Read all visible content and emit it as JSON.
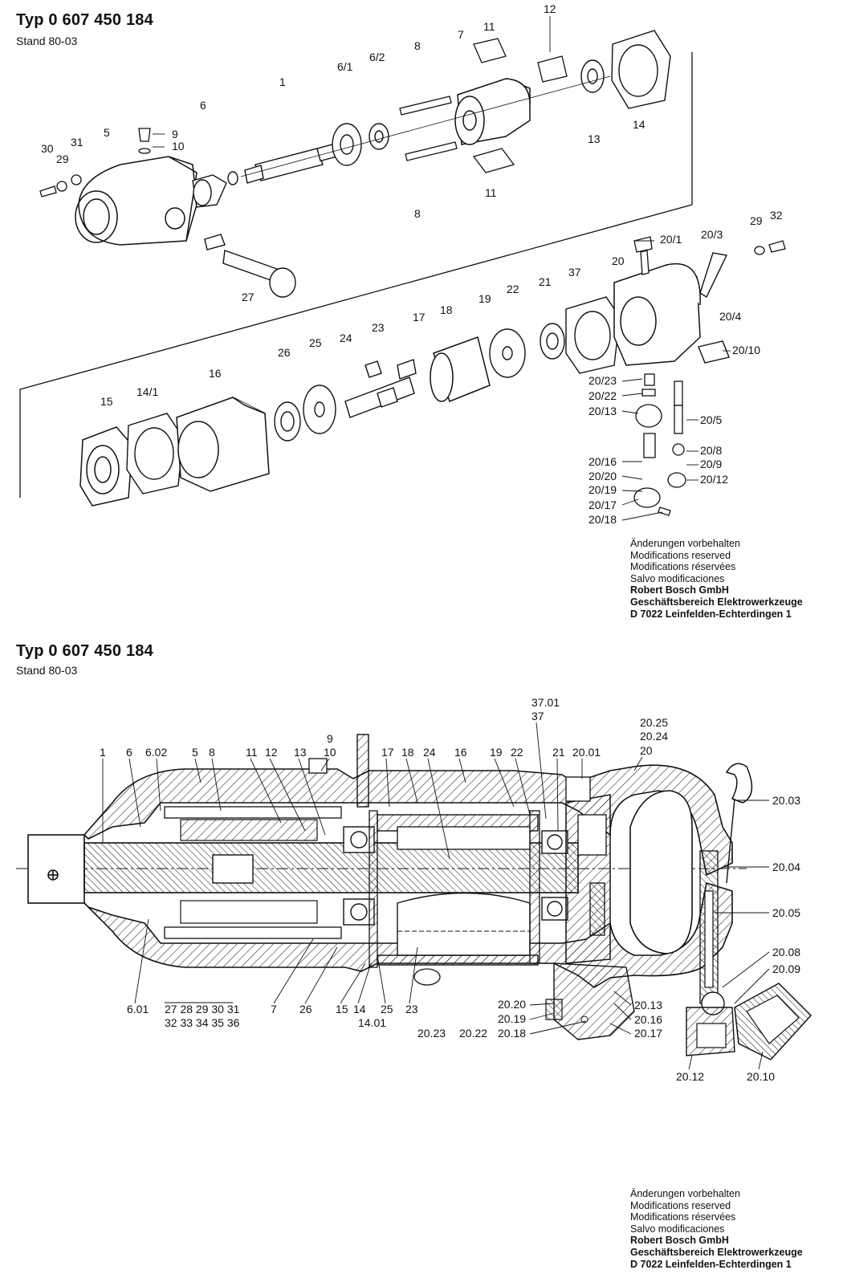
{
  "sheet1": {
    "title": "Typ 0 607 450 184",
    "stand": "Stand 80-03",
    "labels": [
      "12",
      "11",
      "7",
      "8",
      "6/1",
      "6/2",
      "1",
      "6",
      "5",
      "9",
      "10",
      "31",
      "30",
      "29",
      "13",
      "14",
      "11",
      "8",
      "27",
      "29",
      "32",
      "20/1",
      "20/3",
      "20",
      "20/4",
      "37",
      "21",
      "22",
      "19",
      "18",
      "17",
      "23",
      "24",
      "25",
      "26",
      "16",
      "14/1",
      "15",
      "20/10",
      "20/23",
      "20/22",
      "20/13",
      "20/5",
      "20/8",
      "20/16",
      "20/9",
      "20/20",
      "20/12",
      "20/19",
      "20/17",
      "20/18"
    ]
  },
  "notice1": {
    "line1": "Änderungen vorbehalten",
    "line2": "Modifications reserved",
    "line3": "Modifications réservées",
    "line4": "Salvo modificaciones",
    "line5": "Robert Bosch GmbH",
    "line6": "Geschäftsbereich Elektrowerkzeuge",
    "line7": "D 7022 Leinfelden-Echterdingen 1"
  },
  "sheet2": {
    "title": "Typ 0 607 450 184",
    "stand": "Stand 80-03",
    "top_labels": [
      "1",
      "6",
      "6.02",
      "5",
      "8",
      "11",
      "12",
      "13",
      "9",
      "10",
      "17",
      "18",
      "24",
      "16",
      "19",
      "22",
      "37.01",
      "37",
      "21",
      "20.01",
      "20.25",
      "20.24",
      "20"
    ],
    "right_labels": [
      "20.03",
      "20.04",
      "20.05",
      "20.08",
      "20.09"
    ],
    "bottom_labels": [
      "6.01",
      "27",
      "28",
      "29",
      "30",
      "31",
      "32",
      "33",
      "34",
      "35",
      "36",
      "7",
      "26",
      "15",
      "14",
      "14.01",
      "25",
      "23",
      "20.20",
      "20.19",
      "20.18",
      "20.23",
      "20.22",
      "20.13",
      "20.16",
      "20.17",
      "20.12",
      "20.10"
    ]
  },
  "notice2": {
    "line1": "Änderungen vorbehalten",
    "line2": "Modifications reserved",
    "line3": "Modifications réservées",
    "line4": "Salvo modificaciones",
    "line5": "Robert Bosch GmbH",
    "line6": "Geschäftsbereich Elektrowerkzeuge",
    "line7": "D 7022 Leinfelden-Echterdingen 1"
  }
}
